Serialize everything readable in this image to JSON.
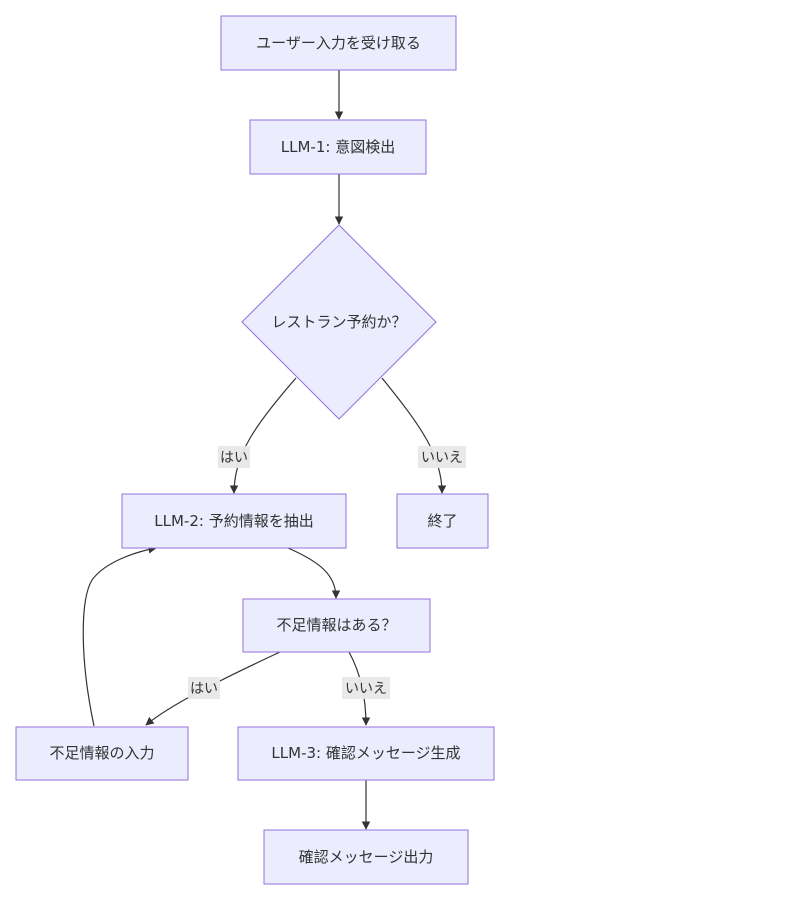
{
  "flowchart": {
    "nodes": {
      "start": "ユーザー入力を受け取る",
      "llm1": "LLM-1: 意図検出",
      "decision_reservation": "レストラン予約か？",
      "llm2": "LLM-2: 予約情報を抽出",
      "end": "終了",
      "decision_missing": "不足情報はある？",
      "input_missing": "不足情報の入力",
      "llm3": "LLM-3: 確認メッセージ生成",
      "output": "確認メッセージ出力"
    },
    "edge_labels": {
      "reservation_yes": "はい",
      "reservation_no": "いいえ",
      "missing_yes": "はい",
      "missing_no": "いいえ"
    }
  }
}
